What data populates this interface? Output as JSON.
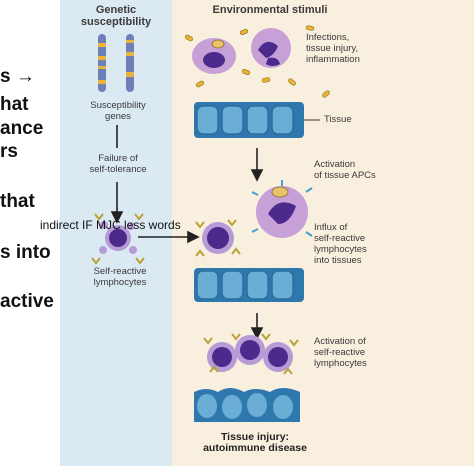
{
  "left_panel": {
    "header": "Genetic\nsusceptibility",
    "genes_label": "Susceptibility\ngenes",
    "failure_label": "Failure of\nself-tolerance",
    "lymph_label": "Self-reactive\nlymphocytes"
  },
  "right_panel": {
    "header": "Environmental stimuli",
    "infections_label": "Infections,\ntissue injury,\ninflammation",
    "tissue_label": "Tissue",
    "apc_label": "Activation\nof tissue APCs",
    "influx_label": "Influx of\nself-reactive\nlymphocytes\ninto tissues",
    "activation_label": "Activation of\nself-reactive\nlymphocytes",
    "footer": "Tissue injury:\nautoimmune disease"
  },
  "overlay_note": "indirect IF MJC less words",
  "side_fragments": [
    "s →",
    "hat",
    "ance",
    "rs",
    "that",
    "s into",
    "active"
  ],
  "colors": {
    "left_bg": "#dbe9f2",
    "right_bg": "#f9efdf",
    "tissue_cell": "#3f86b8",
    "lymphocyte": "#4c2a8c",
    "apc": "#c6a0d6",
    "receptor": "#b8a23a"
  }
}
